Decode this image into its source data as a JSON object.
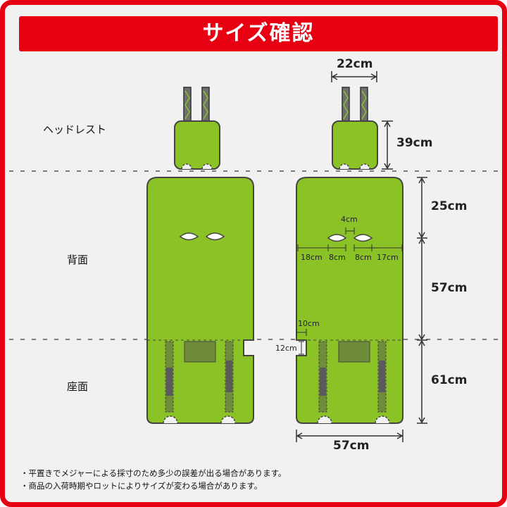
{
  "title": "サイズ確認",
  "labels": {
    "headrest": "ヘッドレスト",
    "back": "背面",
    "seat": "座面"
  },
  "dimensions": {
    "headrest_width": "22cm",
    "headrest_height": "39cm",
    "back_top": "25cm",
    "back_main": "57cm",
    "seat": "61cm",
    "total_width": "57cm",
    "slit_gap": "4cm",
    "left_margin": "18cm",
    "slit_left": "8cm",
    "slit_right": "8cm",
    "right_margin": "17cm",
    "notch_width": "10cm",
    "notch_height": "12cm"
  },
  "notes": [
    "・平置きでメジャーによる採寸のため多少の誤差が出る場合があります。",
    "・商品の入荷時期やロットによりサイズが変わる場合があります。"
  ],
  "colors": {
    "accent": "#e60012",
    "cover_green": "#8bc226",
    "pocket_green": "#6f8c3a",
    "outline": "#4a4a4a"
  }
}
